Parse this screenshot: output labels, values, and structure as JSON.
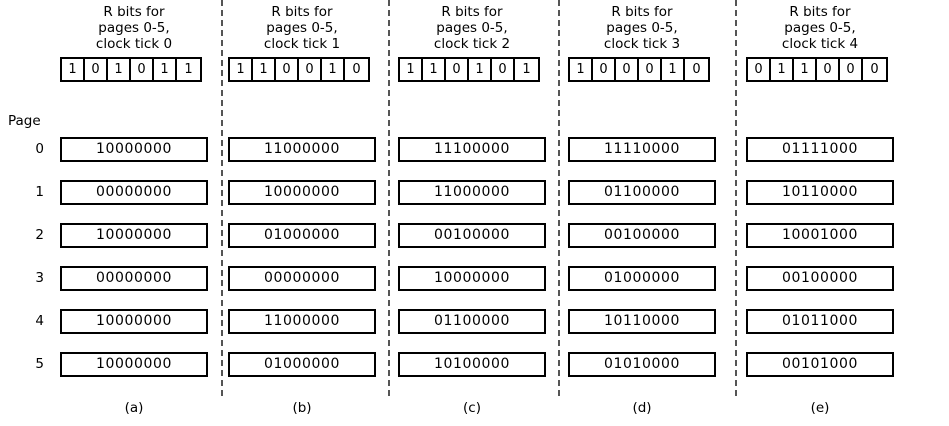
{
  "figure": {
    "page_axis_label": "Page",
    "page_numbers": [
      "0",
      "1",
      "2",
      "3",
      "4",
      "5"
    ]
  },
  "columns": [
    {
      "id": "a",
      "caption": "R bits for\npages 0-5,\nclock tick 0",
      "footer": "(a)",
      "r_bits": [
        "1",
        "0",
        "1",
        "0",
        "1",
        "1"
      ],
      "counters": [
        "10000000",
        "00000000",
        "10000000",
        "00000000",
        "10000000",
        "10000000"
      ]
    },
    {
      "id": "b",
      "caption": "R bits for\npages 0-5,\nclock tick 1",
      "footer": "(b)",
      "r_bits": [
        "1",
        "1",
        "0",
        "0",
        "1",
        "0"
      ],
      "counters": [
        "11000000",
        "10000000",
        "01000000",
        "00000000",
        "11000000",
        "01000000"
      ]
    },
    {
      "id": "c",
      "caption": "R bits for\npages 0-5,\nclock tick 2",
      "footer": "(c)",
      "r_bits": [
        "1",
        "1",
        "0",
        "1",
        "0",
        "1"
      ],
      "counters": [
        "11100000",
        "11000000",
        "00100000",
        "10000000",
        "01100000",
        "10100000"
      ]
    },
    {
      "id": "d",
      "caption": "R bits for\npages 0-5,\nclock tick 3",
      "footer": "(d)",
      "r_bits": [
        "1",
        "0",
        "0",
        "0",
        "1",
        "0"
      ],
      "counters": [
        "11110000",
        "01100000",
        "00100000",
        "01000000",
        "10110000",
        "01010000"
      ]
    },
    {
      "id": "e",
      "caption": "R bits for\npages 0-5,\nclock tick 4",
      "footer": "(e)",
      "r_bits": [
        "0",
        "1",
        "1",
        "0",
        "0",
        "0"
      ],
      "counters": [
        "01111000",
        "10110000",
        "10001000",
        "00100000",
        "01011000",
        "00101000"
      ]
    }
  ],
  "colors": {
    "ink": "#000000",
    "background": "#ffffff",
    "separator": "#555555"
  }
}
